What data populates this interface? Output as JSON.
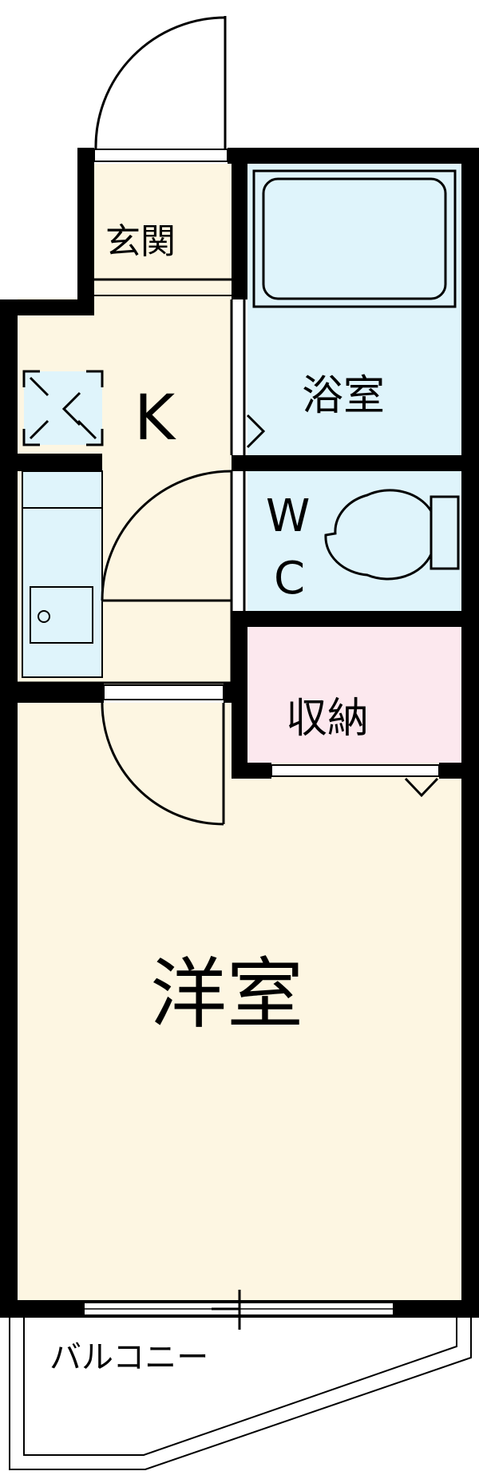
{
  "rooms": {
    "genkan": {
      "label": "玄関"
    },
    "kitchen": {
      "label": "K"
    },
    "bath": {
      "label": "浴室"
    },
    "wc": {
      "label_w": "W",
      "label_c": "C"
    },
    "storage": {
      "label": "収納"
    },
    "western_room": {
      "label": "洋室"
    },
    "balcony": {
      "label": "バルコニー"
    }
  },
  "colors": {
    "floor": "#fdf6e2",
    "water_area": "#dff4fb",
    "storage": "#fce8ee",
    "wall": "#000000",
    "background": "#ffffff"
  }
}
